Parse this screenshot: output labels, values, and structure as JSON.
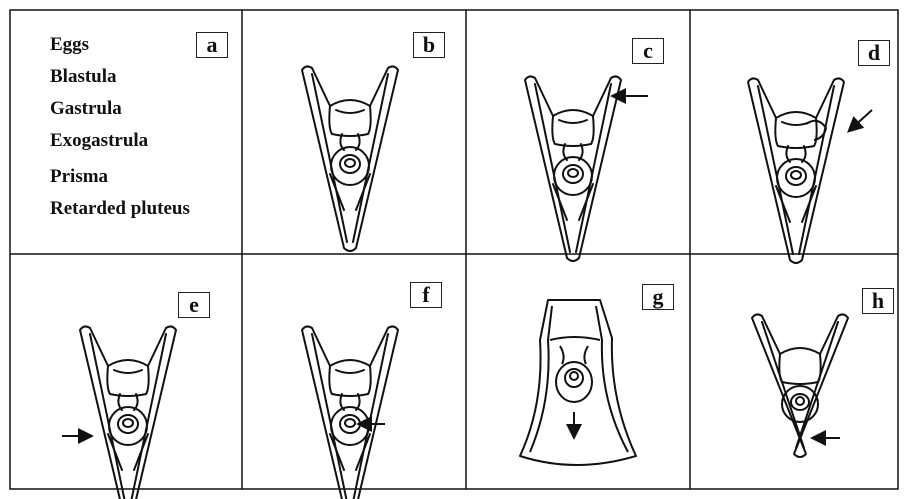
{
  "panels": {
    "a": "a",
    "b": "b",
    "c": "c",
    "d": "d",
    "e": "e",
    "f": "f",
    "g": "g",
    "h": "h"
  },
  "stages": [
    "Eggs",
    "Blastula",
    "Gastrula",
    "Exogastrula",
    "Prisma",
    "Retarded pluteus"
  ]
}
